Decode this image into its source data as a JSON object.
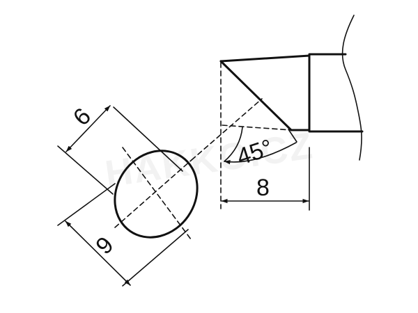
{
  "drawing": {
    "dimensions": {
      "tip_width": "6",
      "tip_length": "9",
      "bevel_angle": "45°",
      "body_width": "8"
    },
    "watermark": "HAKKO.CZ",
    "colors": {
      "line": "#111111",
      "background": "#ffffff",
      "watermark": "#bdbdbd"
    }
  }
}
